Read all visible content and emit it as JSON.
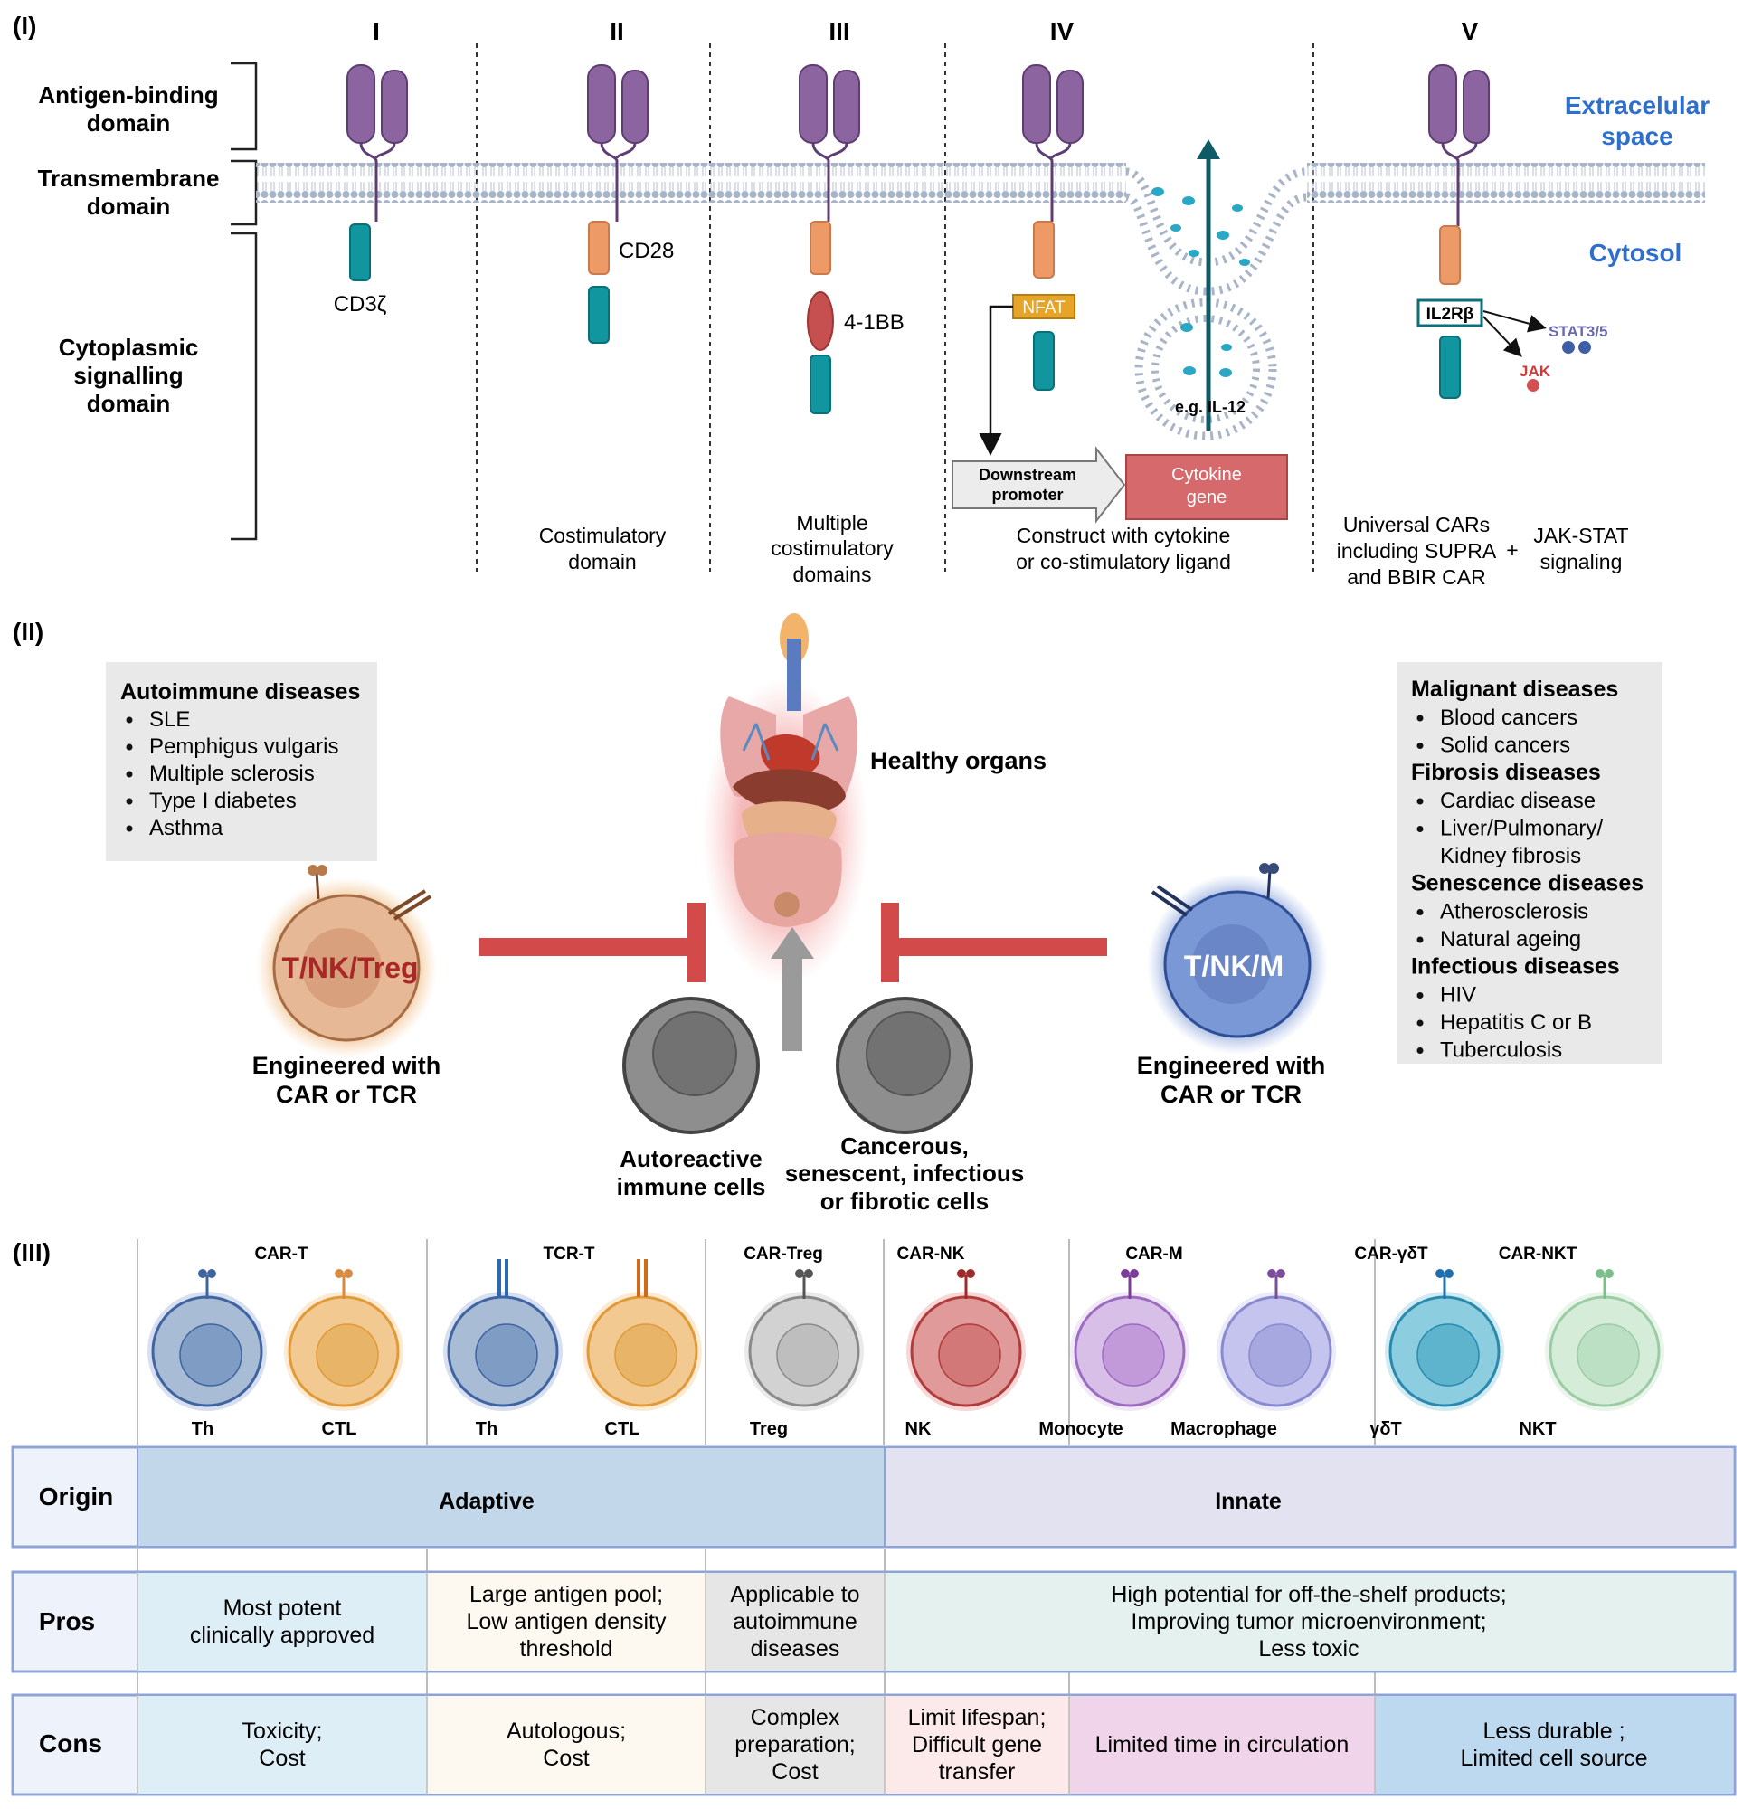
{
  "panel1": {
    "label": "(I)",
    "left_labels": {
      "antigen": [
        "Antigen-binding",
        "domain"
      ],
      "transmembrane": [
        "Transmembrane",
        "domain"
      ],
      "cytoplasmic": [
        "Cytoplasmic",
        "signalling",
        "domain"
      ]
    },
    "generations": [
      "I",
      "II",
      "III",
      "IV",
      "V"
    ],
    "extracellular": [
      "Extracelular",
      "space"
    ],
    "cytosol": "Cytosol",
    "domains": {
      "cd3z": "CD3ζ",
      "cd28": "CD28",
      "bb41": "4-1BB",
      "nfat": "NFAT",
      "il2rb": "IL2Rβ",
      "stat": "STAT3/5",
      "jak": "JAK",
      "il12": "e.g. IL-12"
    },
    "promoter": [
      "Downstream",
      "promoter"
    ],
    "cytokine_gene": [
      "Cytokine",
      "gene"
    ],
    "captions": {
      "g2": [
        "Costimulatory",
        "domain"
      ],
      "g3": [
        "Multiple",
        "costimulatory",
        "domains"
      ],
      "g4": [
        "Construct with cytokine",
        "or co-stimulatory ligand"
      ],
      "g5a": [
        "Universal CARs",
        "including SUPRA",
        "and BBIR CAR"
      ],
      "plus": "+",
      "g5b": [
        "JAK-STAT",
        "signaling"
      ]
    }
  },
  "panel2": {
    "label": "(II)",
    "autoimmune": {
      "title": "Autoimmune diseases",
      "items": [
        "SLE",
        "Pemphigus vulgaris",
        "Multiple sclerosis",
        "Type I diabetes",
        "Asthma"
      ]
    },
    "right_box": [
      {
        "title": "Malignant diseases",
        "items": [
          [
            "Blood cancers"
          ],
          [
            "Solid cancers"
          ]
        ]
      },
      {
        "title": "Fibrosis diseases",
        "items": [
          [
            "Cardiac disease"
          ],
          [
            "Liver/Pulmonary/",
            "Kidney fibrosis"
          ]
        ]
      },
      {
        "title": "Senescence diseases",
        "items": [
          [
            "Atherosclerosis"
          ],
          [
            "Natural ageing"
          ]
        ]
      },
      {
        "title": "Infectious diseases",
        "items": [
          [
            "HIV"
          ],
          [
            "Hepatitis C or B"
          ],
          [
            "Tuberculosis"
          ]
        ]
      }
    ],
    "healthy_organs": "Healthy organs",
    "left_cell": "T/NK/Treg",
    "right_cell": "T/NK/M",
    "engineered": [
      "Engineered with",
      "CAR or TCR"
    ],
    "autoreactive": [
      "Autoreactive",
      "immune cells"
    ],
    "cancerous": [
      "Cancerous,",
      "senescent, infectious",
      "or fibrotic cells"
    ]
  },
  "panel3": {
    "label": "(III)",
    "groups": [
      "CAR-T",
      "TCR-T",
      "CAR-Treg",
      "CAR-NK",
      "CAR-M",
      "CAR-γδT",
      "CAR-NKT"
    ],
    "cells": [
      "Th",
      "CTL",
      "Th",
      "CTL",
      "Treg",
      "NK",
      "Monocyte",
      "Macrophage",
      "γδT",
      "NKT"
    ],
    "rows": {
      "origin": {
        "label": "Origin",
        "adaptive": "Adaptive",
        "innate": "Innate"
      },
      "pros": {
        "label": "Pros",
        "c1": [
          "Most potent",
          "clinically approved"
        ],
        "c2": [
          "Large antigen pool;",
          "Low antigen density",
          "threshold"
        ],
        "c3": [
          "Applicable to",
          "autoimmune",
          "diseases"
        ],
        "c4": [
          "High potential for off-the-shelf products;",
          "Improving tumor microenvironment;",
          "Less toxic"
        ]
      },
      "cons": {
        "label": "Cons",
        "c1": [
          "Toxicity;",
          "Cost"
        ],
        "c2": [
          "Autologous;",
          "Cost"
        ],
        "c3": [
          "Complex",
          "preparation;",
          "Cost"
        ],
        "c4": [
          "Limit lifespan;",
          "Difficult gene",
          "transfer"
        ],
        "c5": [
          "Limited time in circulation"
        ],
        "c6": [
          "Less durable ;",
          "Limited cell source"
        ]
      }
    }
  },
  "colors": {
    "receptor": "#8B64A0",
    "costim": "#EE9A67",
    "signal": "#11959E",
    "bb41": "#C64F50",
    "adaptive": "#C2D8EA",
    "innate": "#E2E2F0",
    "inhibit": "#D24A4A"
  }
}
